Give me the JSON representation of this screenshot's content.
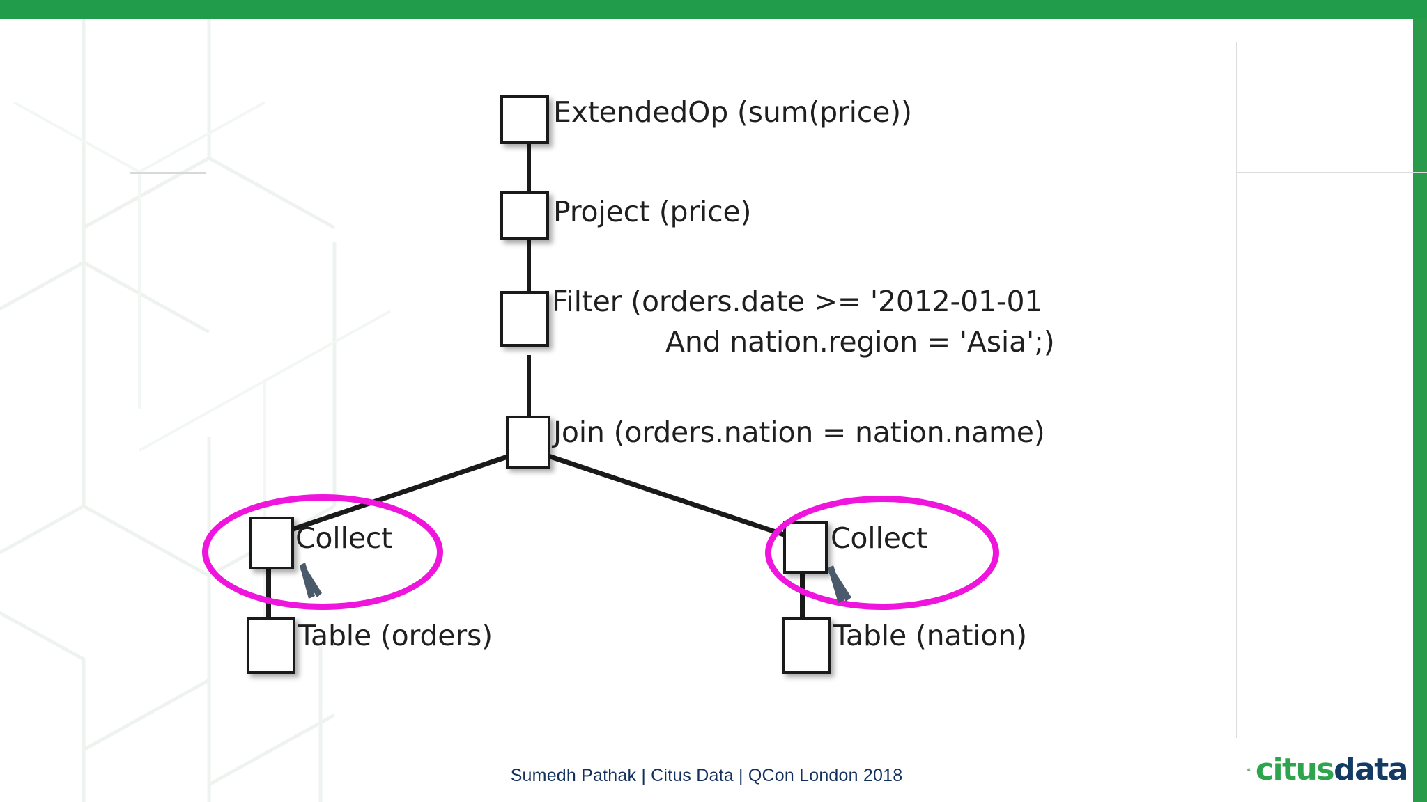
{
  "theme": {
    "header_green": "#219C4A",
    "highlight_magenta": "#EF15DD",
    "footer_navy": "#13315C",
    "node_stroke": "#1A1A1A",
    "arrow_slate": "#4A5A6A"
  },
  "diagram": {
    "title": "distributed query plan tree",
    "nodes": [
      {
        "id": "extendedop",
        "label": "ExtendedOp (sum(price))",
        "shape": "box"
      },
      {
        "id": "project",
        "label": "Project (price)",
        "shape": "box"
      },
      {
        "id": "filter",
        "label": "Filter (orders.date >= '2012-01-01",
        "label_line2": "And nation.region = 'Asia';)",
        "shape": "box"
      },
      {
        "id": "join",
        "label": "Join (orders.nation = nation.name)",
        "shape": "box"
      },
      {
        "id": "collect-left",
        "label": "Collect",
        "shape": "box",
        "highlighted": true
      },
      {
        "id": "collect-right",
        "label": "Collect",
        "shape": "box",
        "highlighted": true
      },
      {
        "id": "table-orders",
        "label": "Table (orders)",
        "shape": "box"
      },
      {
        "id": "table-nation",
        "label": "Table (nation)",
        "shape": "box"
      }
    ],
    "edges": [
      {
        "from": "extendedop",
        "to": "project"
      },
      {
        "from": "project",
        "to": "filter"
      },
      {
        "from": "filter",
        "to": "join"
      },
      {
        "from": "join",
        "to": "collect-left"
      },
      {
        "from": "join",
        "to": "collect-right"
      },
      {
        "from": "collect-left",
        "to": "table-orders"
      },
      {
        "from": "collect-right",
        "to": "table-nation"
      }
    ],
    "annotations": [
      {
        "type": "ellipse",
        "target": "collect-left",
        "color": "#EF15DD"
      },
      {
        "type": "ellipse",
        "target": "collect-right",
        "color": "#EF15DD"
      },
      {
        "type": "arrow",
        "target": "collect-left",
        "color": "#4A5A6A"
      },
      {
        "type": "arrow",
        "target": "collect-right",
        "color": "#4A5A6A"
      }
    ]
  },
  "footer": {
    "text": "Sumedh Pathak  |  Citus Data  |  QCon London 2018",
    "speaker": "Sumedh Pathak",
    "company": "Citus Data",
    "event": "QCon London 2018"
  },
  "logo": {
    "mark": "citus-swirl-icon",
    "word_primary": "citus",
    "word_secondary": "data"
  }
}
